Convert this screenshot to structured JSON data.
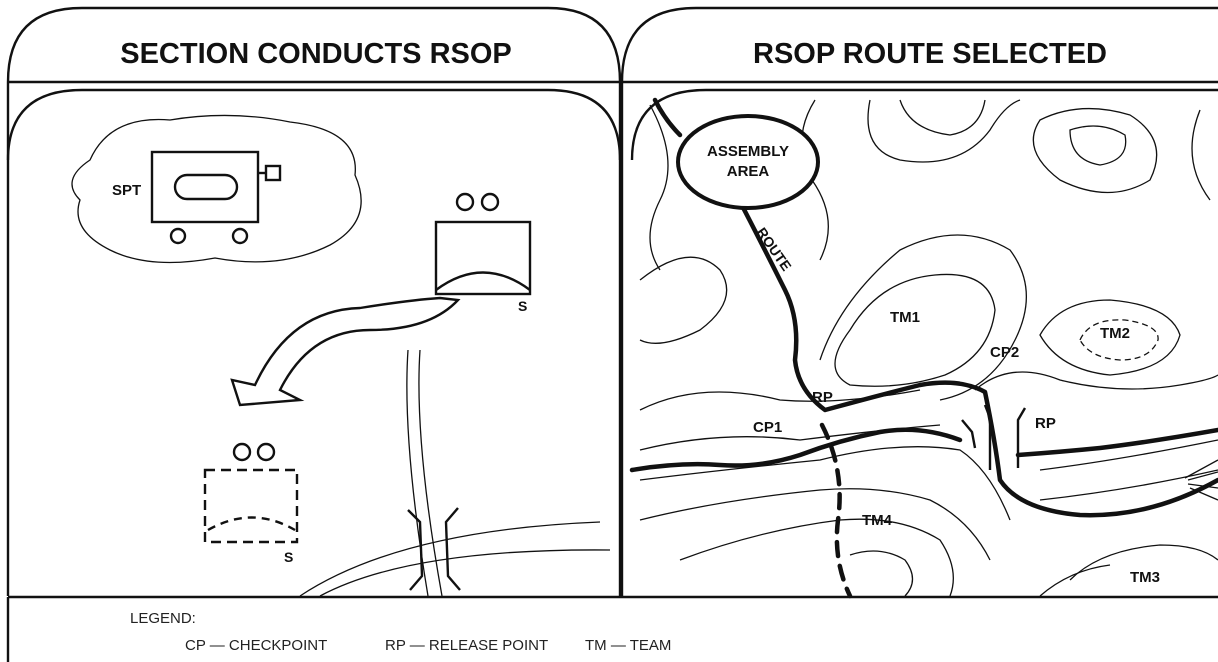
{
  "left_panel": {
    "title": "SECTION CONDUCTS RSOP",
    "spt_label": "SPT",
    "vehicle_label": "S",
    "dashed_vehicle_label": "S"
  },
  "right_panel": {
    "title": "RSOP ROUTE SELECTED",
    "assembly_area_line1": "ASSEMBLY",
    "assembly_area_line2": "AREA",
    "route_label": "ROUTE",
    "labels": {
      "tm1": "TM1",
      "tm2": "TM2",
      "tm3": "TM3",
      "tm4": "TM4",
      "cp1": "CP1",
      "cp2": "CP2",
      "rp1": "RP",
      "rp2": "RP"
    }
  },
  "legend": {
    "title": "LEGEND:",
    "items": [
      "CP — CHECKPOINT",
      "RP — RELEASE POINT",
      "TM — TEAM"
    ]
  }
}
